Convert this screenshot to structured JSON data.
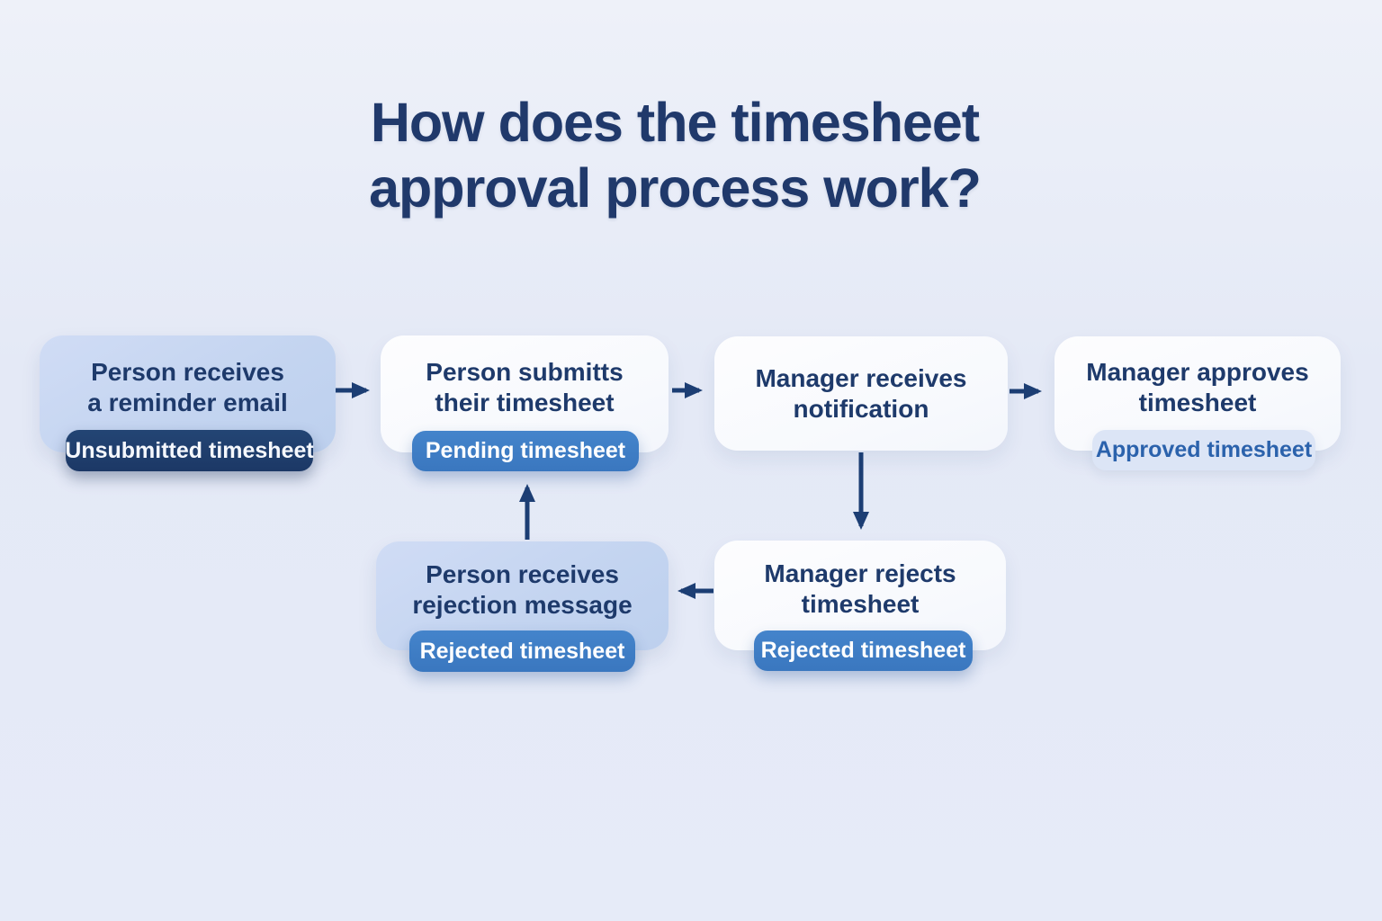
{
  "title": {
    "line1": "How does the timesheet",
    "line2": "approval process work?"
  },
  "nodes": {
    "reminder": {
      "line1": "Person receives",
      "line2": "a reminder email",
      "badge": "Unsubmitted timesheet"
    },
    "submit": {
      "line1": "Person submitts",
      "line2": "their timesheet",
      "badge": "Pending timesheet"
    },
    "notify": {
      "line1": "Manager receives",
      "line2": "notification"
    },
    "approve": {
      "line1": "Manager approves",
      "line2": "timesheet",
      "badge": "Approved timesheet"
    },
    "reject": {
      "line1": "Manager rejects",
      "line2": "timesheet",
      "badge": "Rejected timesheet"
    },
    "rejectmsg": {
      "line1": "Person receives",
      "line2": "rejection message",
      "badge": "Rejected timesheet"
    }
  },
  "flow": {
    "edges": [
      {
        "from": "reminder",
        "to": "submit"
      },
      {
        "from": "submit",
        "to": "notify"
      },
      {
        "from": "notify",
        "to": "approve"
      },
      {
        "from": "notify",
        "to": "reject"
      },
      {
        "from": "reject",
        "to": "rejectmsg"
      },
      {
        "from": "rejectmsg",
        "to": "submit"
      }
    ]
  },
  "colors": {
    "background": "#e6ebf8",
    "title_text": "#20396b",
    "node_lightblue": "#c3d4f0",
    "node_white": "#f9fafd",
    "node_text": "#1e3a6b",
    "badge_navy": "#1d3a6b",
    "badge_blue": "#3f7ec4",
    "badge_light_bg": "#dce5f6",
    "badge_light_text": "#2b62ac",
    "arrow": "#1c3e74"
  }
}
